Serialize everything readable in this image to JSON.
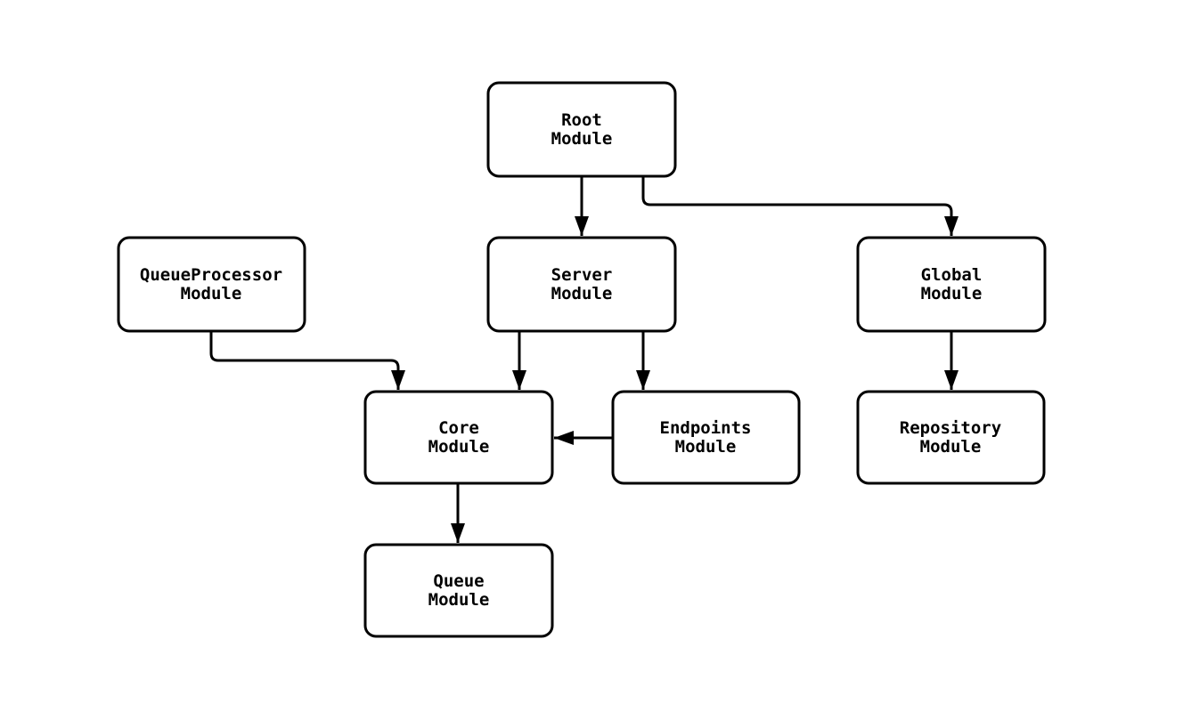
{
  "diagram": {
    "type": "flowchart-module-dependency",
    "colors": {
      "background": "#ffffff",
      "node_fill": "#ffffff",
      "stroke": "#000000",
      "text": "#000000"
    },
    "nodes": [
      {
        "id": "root",
        "line1": "Root",
        "line2": "Module"
      },
      {
        "id": "queueprocessor",
        "line1": "QueueProcessor",
        "line2": "Module"
      },
      {
        "id": "server",
        "line1": "Server",
        "line2": "Module"
      },
      {
        "id": "global",
        "line1": "Global",
        "line2": "Module"
      },
      {
        "id": "core",
        "line1": "Core",
        "line2": "Module"
      },
      {
        "id": "endpoints",
        "line1": "Endpoints",
        "line2": "Module"
      },
      {
        "id": "repository",
        "line1": "Repository",
        "line2": "Module"
      },
      {
        "id": "queue",
        "line1": "Queue",
        "line2": "Module"
      }
    ],
    "edges": [
      {
        "from": "Root Module",
        "to": "Server Module"
      },
      {
        "from": "Root Module",
        "to": "Global Module"
      },
      {
        "from": "QueueProcessor Module",
        "to": "Core Module"
      },
      {
        "from": "Server Module",
        "to": "Core Module"
      },
      {
        "from": "Server Module",
        "to": "Endpoints Module"
      },
      {
        "from": "Endpoints Module",
        "to": "Core Module"
      },
      {
        "from": "Global Module",
        "to": "Repository Module"
      },
      {
        "from": "Core Module",
        "to": "Queue Module"
      }
    ]
  }
}
